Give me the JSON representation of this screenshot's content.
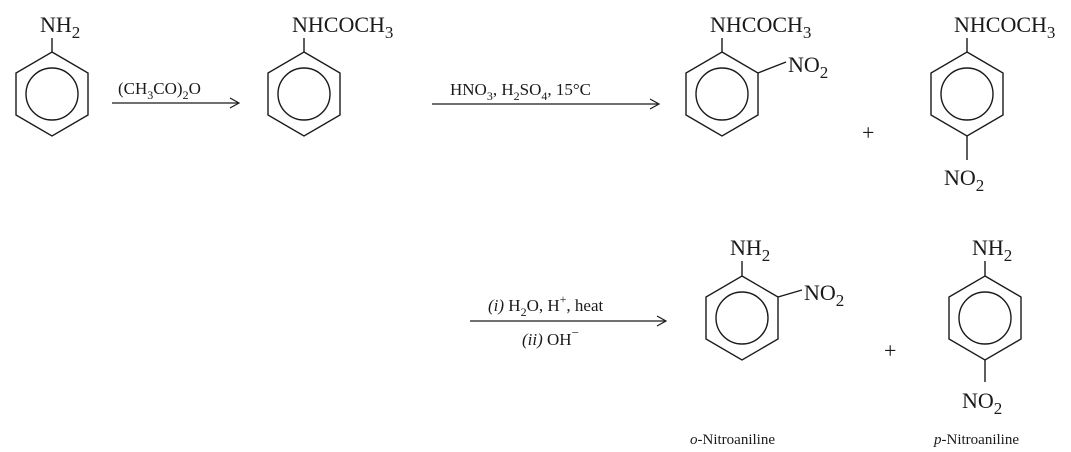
{
  "molecules": {
    "aniline": {
      "group": "NH",
      "sub": "2"
    },
    "acetanilide": {
      "group": "NHCOCH",
      "sub": "3"
    },
    "o_acetamido": {
      "group": "NHCOCH",
      "sub": "3",
      "nitro": "NO",
      "nitro_sub": "2"
    },
    "p_acetamido": {
      "group": "NHCOCH",
      "sub": "3",
      "nitro": "NO",
      "nitro_sub": "2"
    },
    "o_nitroaniline": {
      "group": "NH",
      "sub": "2",
      "nitro": "NO",
      "nitro_sub": "2",
      "name_prefix": "o",
      "name_rest": "-Nitroaniline"
    },
    "p_nitroaniline": {
      "group": "NH",
      "sub": "2",
      "nitro": "NO",
      "nitro_sub": "2",
      "name_prefix": "p",
      "name_rest": "-Nitroaniline"
    }
  },
  "reagents": {
    "step1": {
      "open": "(CH",
      "sub1": "3",
      "mid": "CO)",
      "sub2": "2",
      "end": "O"
    },
    "step2": {
      "a": "HNO",
      "a_sub": "3",
      "sep1": ", H",
      "b_sub": "2",
      "b": "SO",
      "c_sub": "4",
      "end": ", 15°C"
    },
    "step3": {
      "top_i": "(i)",
      "top_text": " H",
      "top_sub": "2",
      "top_rest": "O, H",
      "top_sup": "+",
      "top_end": ", heat",
      "bottom_ii": "(ii)",
      "bottom_text": " OH",
      "bottom_sup": "−"
    }
  },
  "plus": [
    "+",
    "+"
  ]
}
